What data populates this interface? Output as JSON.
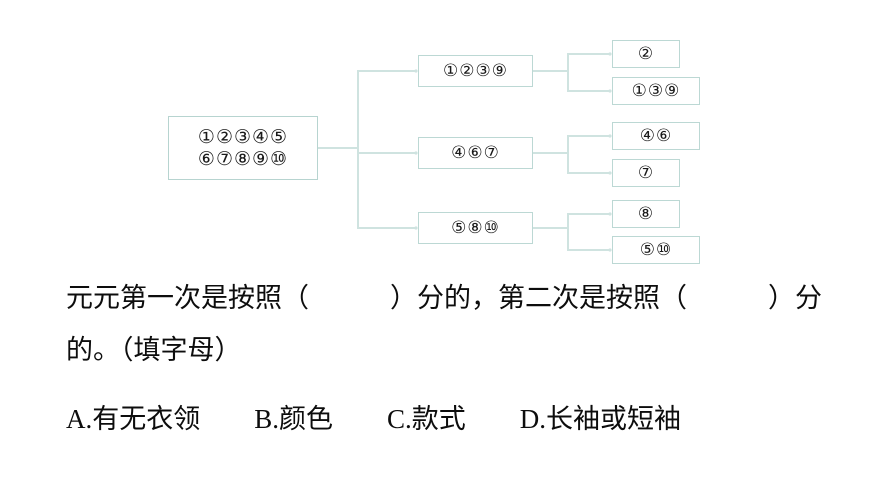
{
  "diagram": {
    "type": "classification-tree",
    "line_color": "#cfe3e0",
    "box_border_color": "#bcd8d4",
    "root": {
      "row1": "①②③④⑤",
      "row2": "⑥⑦⑧⑨⑩"
    },
    "level2": [
      {
        "label": "①②③⑨"
      },
      {
        "label": "④⑥⑦"
      },
      {
        "label": "⑤⑧⑩"
      }
    ],
    "level3": [
      {
        "label": "②"
      },
      {
        "label": "①③⑨"
      },
      {
        "label": "④⑥"
      },
      {
        "label": "⑦"
      },
      {
        "label": "⑧"
      },
      {
        "label": "⑤⑩"
      }
    ]
  },
  "question": {
    "line1": "元元第一次是按照（　　　）分的，第二次是按照（　　　）分",
    "line2": "的。（填字母）"
  },
  "options": {
    "a": "A.有无衣领",
    "b": "B.颜色",
    "c": "C.款式",
    "d": "D.长袖或短袖",
    "gap1": "　　",
    "gap2": "　　",
    "gap3": "　　"
  }
}
